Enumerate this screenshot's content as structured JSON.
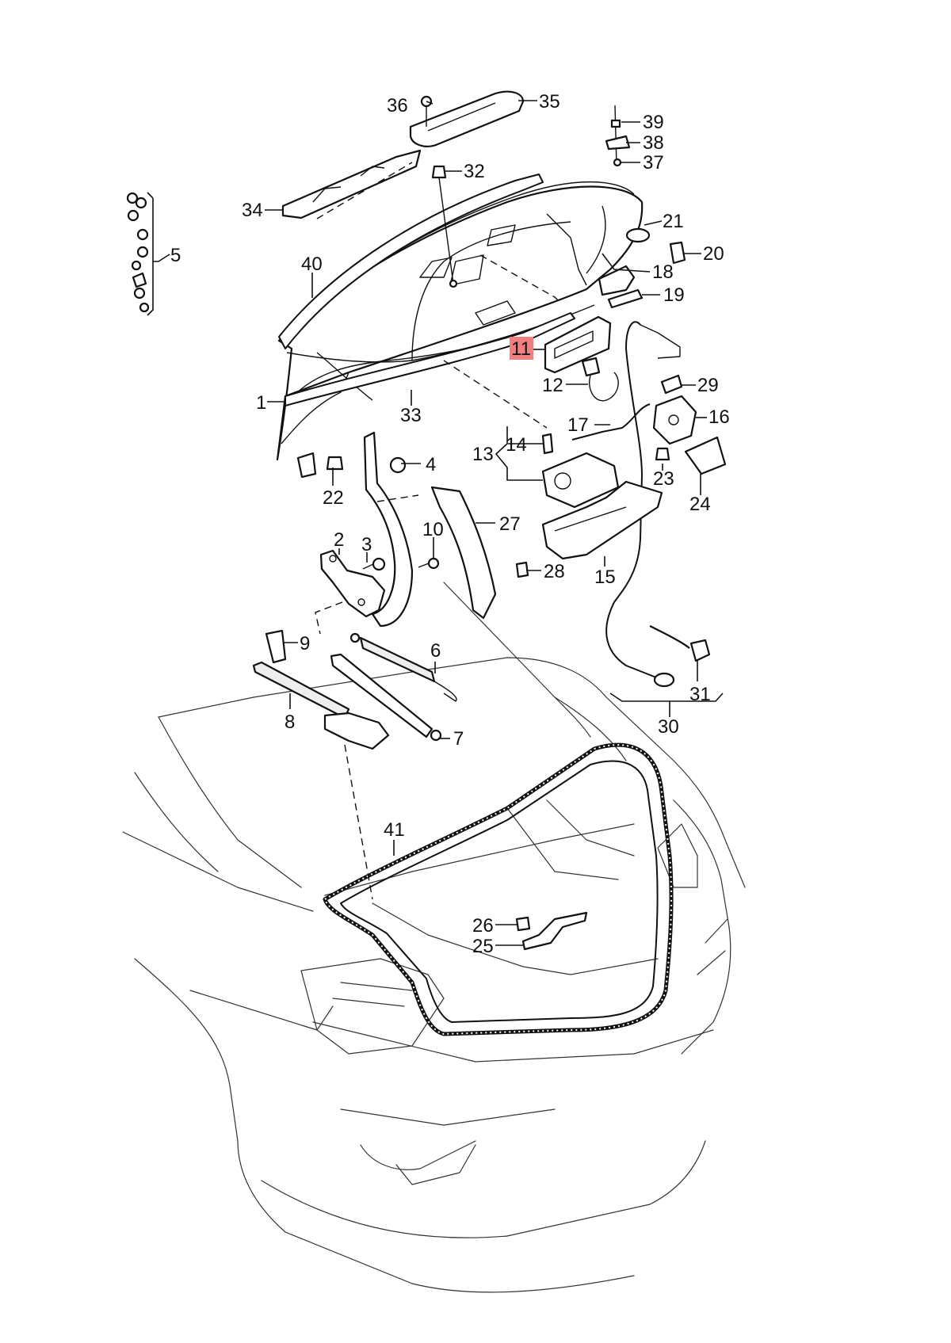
{
  "diagram": {
    "highlight_color": "#f08080",
    "highlighted_part": "11",
    "labels": {
      "l1": "1",
      "l2": "2",
      "l3": "3",
      "l4": "4",
      "l5": "5",
      "l6": "6",
      "l7": "7",
      "l8": "8",
      "l9": "9",
      "l10": "10",
      "l11": "11",
      "l12": "12",
      "l13": "13",
      "l14": "14",
      "l15": "15",
      "l16": "16",
      "l17": "17",
      "l18": "18",
      "l19": "19",
      "l20": "20",
      "l21": "21",
      "l22": "22",
      "l23": "23",
      "l24": "24",
      "l25": "25",
      "l26": "26",
      "l27": "27",
      "l28": "28",
      "l29": "29",
      "l30": "30",
      "l31": "31",
      "l32": "32",
      "l33": "33",
      "l34": "34",
      "l35": "35",
      "l36": "36",
      "l37": "37",
      "l38": "38",
      "l39": "39",
      "l40": "40",
      "l41": "41"
    }
  }
}
